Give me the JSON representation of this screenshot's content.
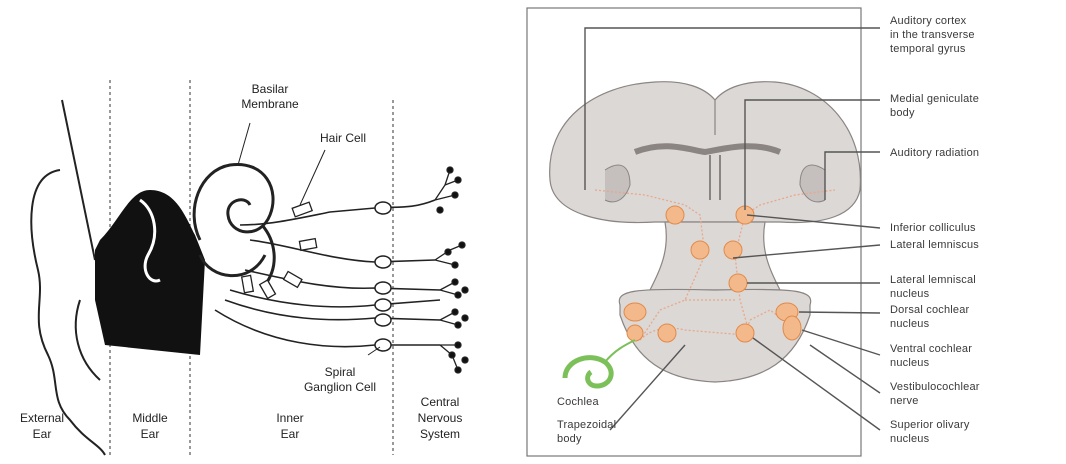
{
  "left_diagram": {
    "labels": {
      "basilar_membrane": [
        "Basilar",
        "Membrane"
      ],
      "hair_cell": "Hair Cell",
      "spiral_ganglion_cell": [
        "Spiral",
        "Ganglion Cell"
      ]
    },
    "regions": {
      "external_ear": [
        "External",
        "Ear"
      ],
      "middle_ear": [
        "Middle",
        "Ear"
      ],
      "inner_ear": [
        "Inner",
        "Ear"
      ],
      "cns": [
        "Central",
        "Nervous",
        "System"
      ]
    }
  },
  "right_diagram": {
    "labels": {
      "auditory_cortex": [
        "Auditory cortex",
        "in the transverse",
        "temporal gyrus"
      ],
      "medial_geniculate": [
        "Medial geniculate",
        "body"
      ],
      "auditory_radiation": "Auditory radiation",
      "inferior_colliculus": "Inferior colliculus",
      "lateral_lemniscus": "Lateral lemniscus",
      "lateral_lemniscal_nucleus": [
        "Lateral lemniscal",
        "nucleus"
      ],
      "dorsal_cochlear_nucleus": [
        "Dorsal cochlear",
        "nucleus"
      ],
      "ventral_cochlear_nucleus": [
        "Ventral cochlear",
        "nucleus"
      ],
      "vestibulocochlear_nerve": [
        "Vestibulocochlear",
        "nerve"
      ],
      "superior_olivary_nucleus": [
        "Superior olivary",
        "nucleus"
      ],
      "cochlea": "Cochlea",
      "trapezoidal_body": [
        "Trapezoidal",
        "body"
      ]
    },
    "colors": {
      "brain_fill": "#dcd8d6",
      "brain_outline": "#8a8482",
      "nucleus_fill": "#f4b98a",
      "nucleus_stroke": "#e08a4a",
      "pathway": "#e8a88a",
      "cochlea": "#7cc05a"
    }
  }
}
